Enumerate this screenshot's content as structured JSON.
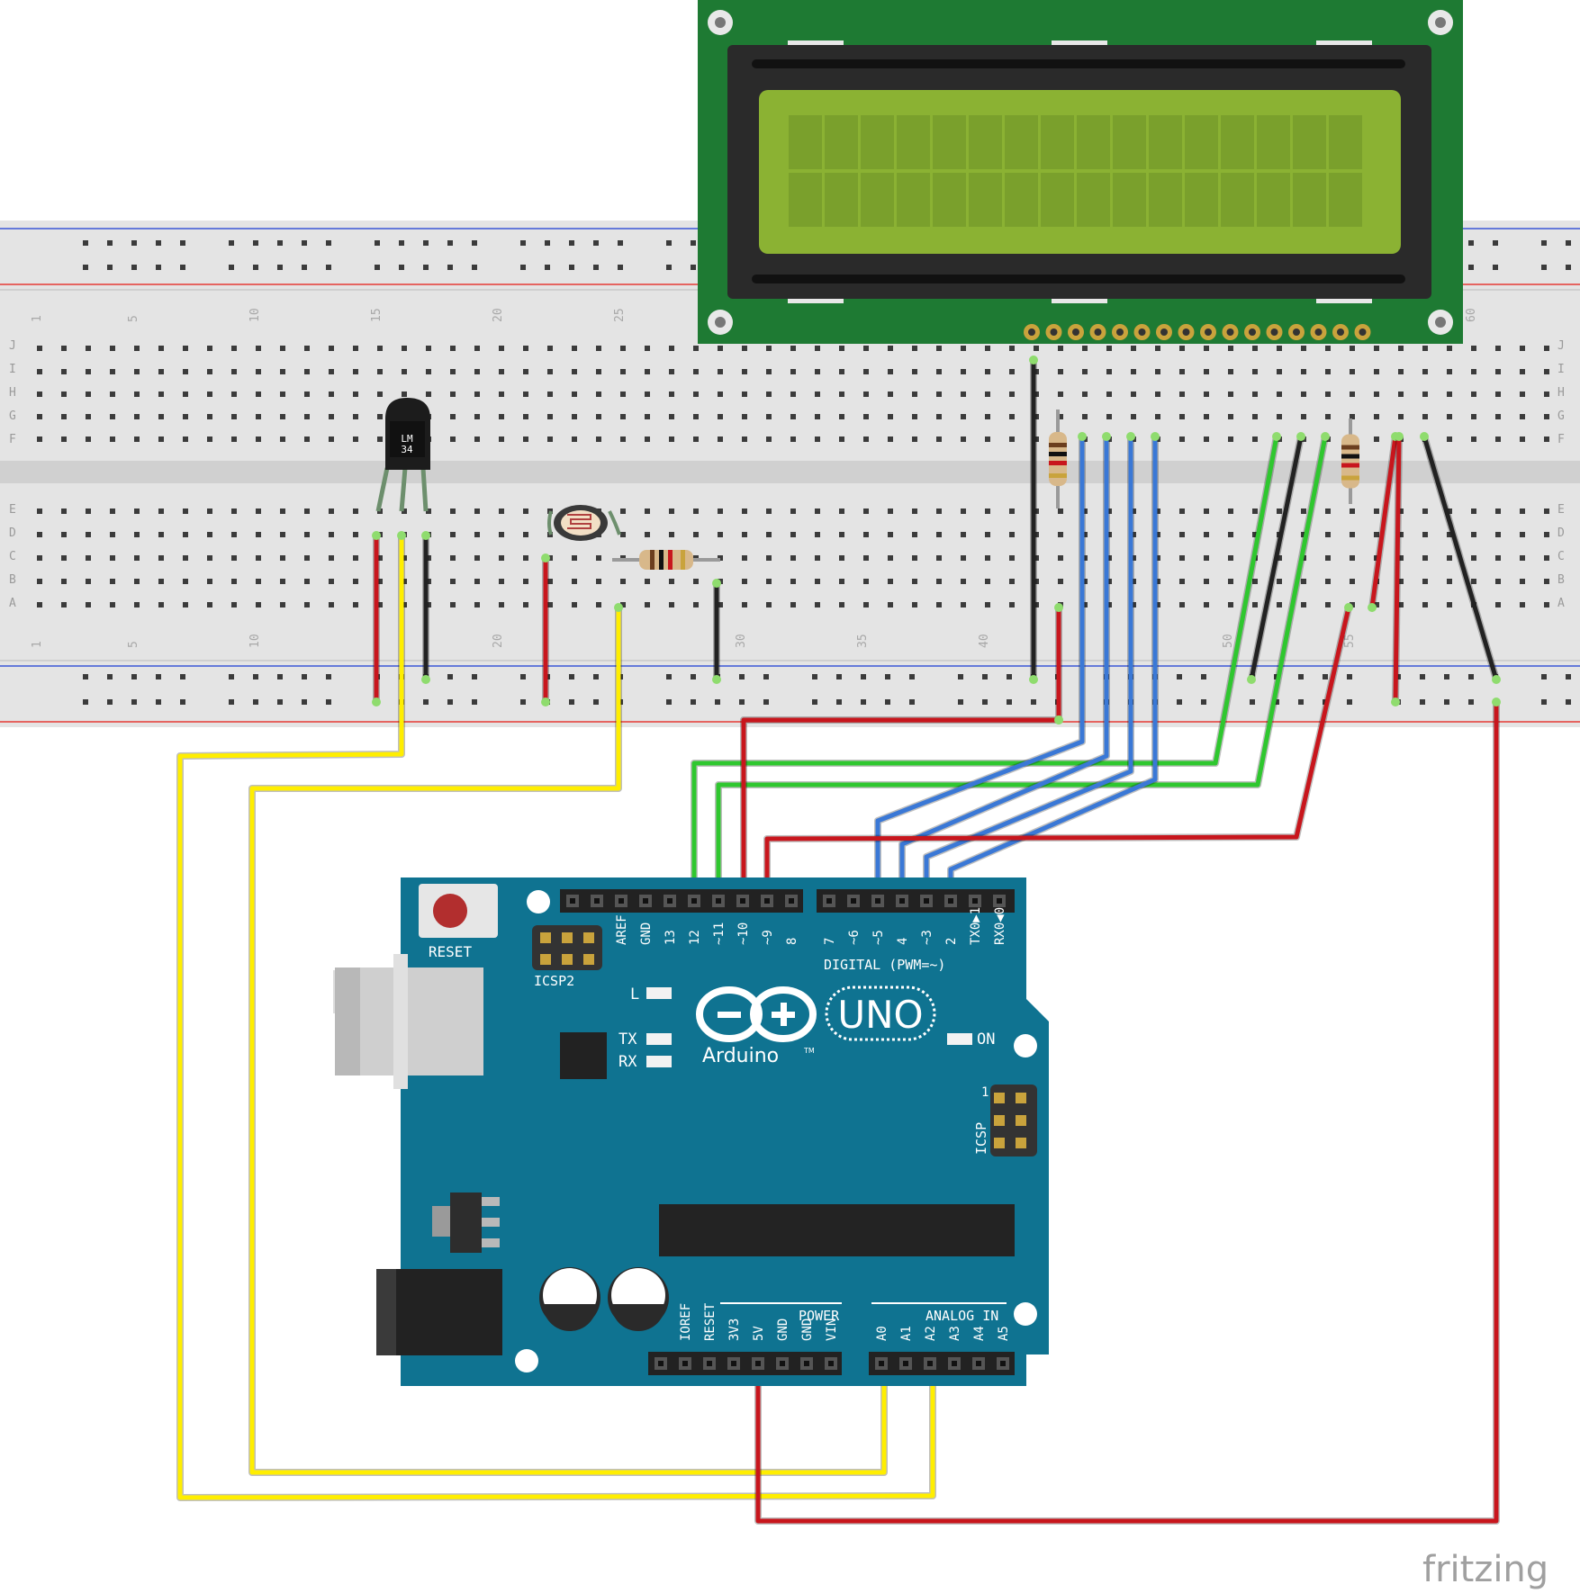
{
  "watermark": "fritzing",
  "sensor": {
    "label_line1": "LM",
    "label_line2": "34"
  },
  "breadboard": {
    "row_letters_top": [
      "J",
      "I",
      "H",
      "G",
      "F"
    ],
    "row_letters_bottom": [
      "E",
      "D",
      "C",
      "B",
      "A"
    ],
    "column_numbers_top": [
      "1",
      "5",
      "10",
      "15",
      "20",
      "25",
      "60"
    ],
    "column_numbers_bottom": [
      "1",
      "5",
      "10",
      "20",
      "30",
      "35",
      "40",
      "50",
      "55"
    ]
  },
  "arduino": {
    "reset_label": "RESET",
    "icsp2_label": "ICSP2",
    "icsp_label": "ICSP",
    "icsp_pin1": "1",
    "brand_name": "Arduino",
    "trademark": "TM",
    "model": "UNO",
    "led_l": "L",
    "led_tx": "TX",
    "led_rx": "RX",
    "led_on": "ON",
    "digital_header_label": "DIGITAL (PWM=~)",
    "digital_pins_left": [
      "AREF",
      "GND",
      "13",
      "12",
      "~11",
      "~10",
      "~9",
      "8"
    ],
    "digital_pins_right": [
      "7",
      "~6",
      "~5",
      "4",
      "~3",
      "2",
      "TX0▶1",
      "RX0◀0"
    ],
    "power_header_label": "POWER",
    "power_pins": [
      "IOREF",
      "RESET",
      "3V3",
      "5V",
      "GND",
      "GND",
      "VIN"
    ],
    "analog_header_label": "ANALOG IN",
    "analog_pins": [
      "A0",
      "A1",
      "A2",
      "A3",
      "A4",
      "A5"
    ]
  },
  "colors": {
    "wire_red": "#c8161d",
    "wire_black": "#222222",
    "wire_yellow": "#ffee00",
    "wire_green": "#2fc72f",
    "wire_blue": "#3a78d6",
    "board_teal": "#0f7391",
    "lcd_pcb": "#1e7a33",
    "lcd_screen": "#8bb233",
    "breadboard": "#e4e4e4",
    "rail_red": "#e53935",
    "rail_blue": "#3b57d6"
  }
}
